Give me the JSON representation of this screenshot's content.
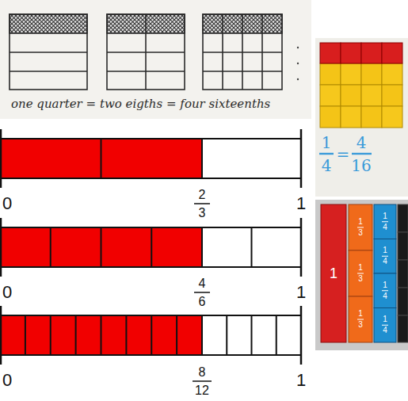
{
  "diagram": {
    "labels": [
      "one quarter = two eigths = four sixteenths",
      "1",
      "4",
      "=",
      "4",
      "16",
      "0",
      "2",
      "3",
      "1",
      "0",
      "4",
      "6",
      "1",
      "0",
      "8",
      "12",
      "1",
      "1",
      "1",
      "3",
      "1",
      "3",
      "1",
      "3",
      "1",
      "4",
      "1",
      "4",
      "1",
      "4",
      "1",
      "4"
    ]
  }
}
